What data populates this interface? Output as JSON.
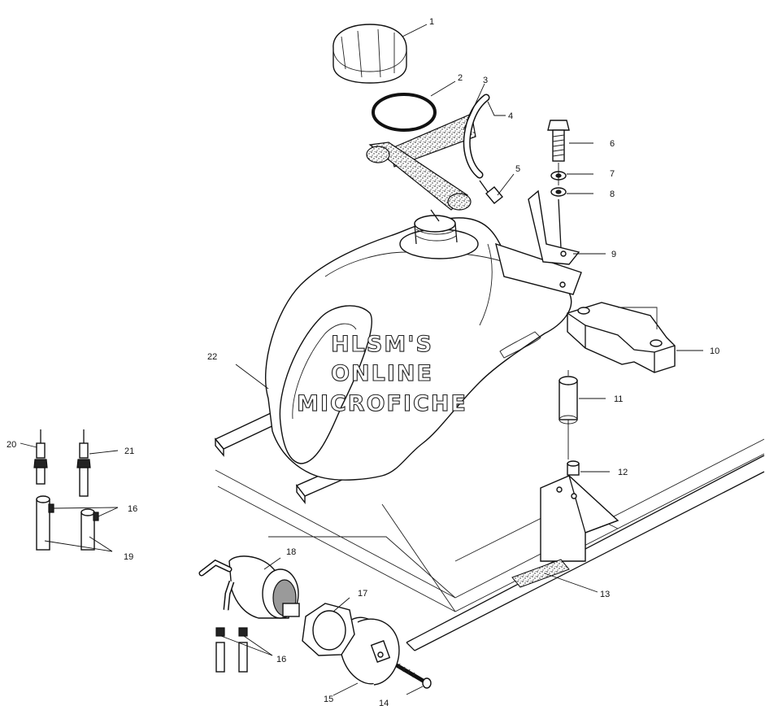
{
  "watermark": {
    "line1": "HLSM'S",
    "line2": "ONLINE",
    "line3": "MICROFICHE"
  },
  "callouts": {
    "c1": "1",
    "c2": "2",
    "c3": "3",
    "c4": "4",
    "c5": "5",
    "c6": "6",
    "c7": "7",
    "c8": "8",
    "c9": "9",
    "c10": "10",
    "c11": "11",
    "c12": "12",
    "c13": "13",
    "c14": "14",
    "c15": "15",
    "c16a": "16",
    "c16b": "16",
    "c17": "17",
    "c18": "18",
    "c19": "19",
    "c20": "20",
    "c21": "21",
    "c22": "22"
  }
}
